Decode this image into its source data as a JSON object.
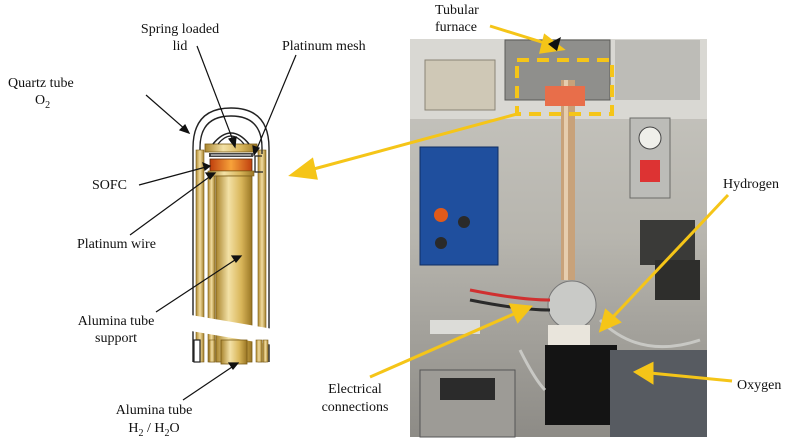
{
  "labels": {
    "quartz_tube": "Quartz tube",
    "o2": "O",
    "o2_sub": "2",
    "spring_loaded_lid_1": "Spring loaded",
    "spring_loaded_lid_2": "lid",
    "platinum_mesh": "Platinum mesh",
    "sofc": "SOFC",
    "platinum_wire": "Platinum wire",
    "alumina_tube_support_1": "Alumina tube",
    "alumina_tube_support_2": "support",
    "alumina_tube": "Alumina tube",
    "h2_h2o": "H",
    "h2_sub": "2",
    "h2o_sep": " / H",
    "h2o_sub": "2",
    "h2o_end": "O",
    "tubular_furnace_1": "Tubular",
    "tubular_furnace_2": "furnace",
    "hydrogen": "Hydrogen",
    "electrical_connections_1": "Electrical",
    "electrical_connections_2": "connections",
    "oxygen": "Oxygen"
  },
  "colors": {
    "arrow_yellow": "#f5c518",
    "tube_gold": "#d9b65a",
    "tube_light": "#f3e1a6",
    "tube_dark": "#a9852e",
    "sofc_orange": "#f0801a",
    "text": "#111111"
  }
}
